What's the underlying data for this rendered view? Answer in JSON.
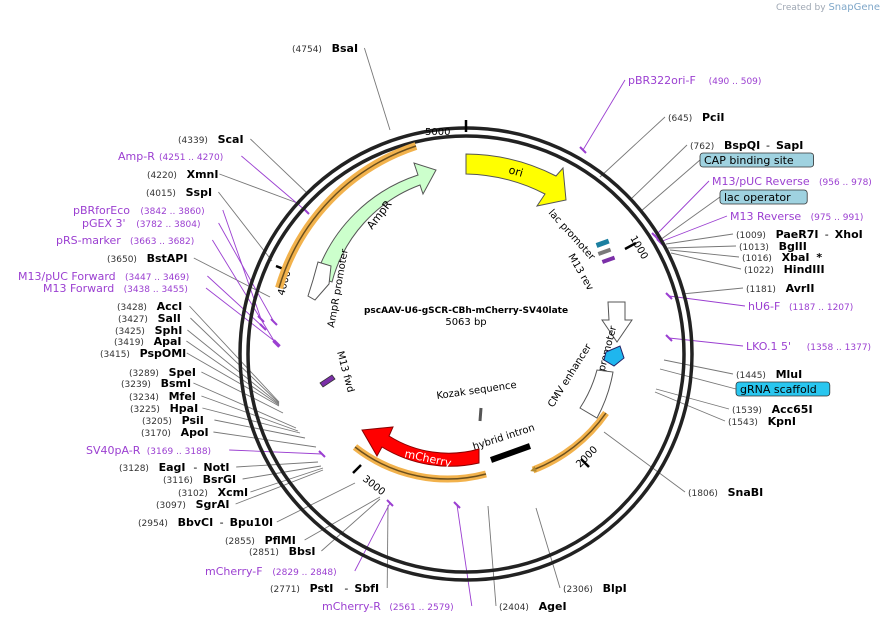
{
  "brand": {
    "created_by": "Created by",
    "name": "SnapGene"
  },
  "map": {
    "title": "pscAAV-U6-gSCR-CBh-mCherry-SV40late",
    "length": "5063 bp",
    "tick_labels": [
      "5000",
      "1000",
      "2000",
      "3000",
      "4000"
    ]
  },
  "colors": {
    "enzyme": "#000000",
    "primer": "#9b3fd1",
    "ori": "#ffff00",
    "ampr": "#ccffcc",
    "mcherry": "#ff0000",
    "u6": "#1fb6ee",
    "highlight": "#f2b24c"
  },
  "features": {
    "ori": "ori",
    "ampr": "AmpR",
    "ampr_promoter": "AmpR promoter",
    "lac_promoter": "lac promoter",
    "m13_rev": "M13 rev",
    "u6_promoter": "U6 promoter",
    "cmv_enhancer": "CMV enhancer",
    "kozak": "Kozak sequence",
    "hybrid_intron": "hybrid intron",
    "mcherry": "mCherry",
    "m13_fwd": "M13 fwd"
  },
  "labels": [
    {
      "name": "BsaI",
      "pos": "(4754)",
      "kind": "enzyme"
    },
    {
      "name": "pBR322ori-F",
      "pos": "(490 .. 509)",
      "kind": "primer"
    },
    {
      "name": "PciI",
      "pos": "(645)",
      "kind": "enzyme"
    },
    {
      "name": "BspQI",
      "name2": "SapI",
      "pos": "(762)",
      "kind": "enzyme"
    },
    {
      "name": "CAP binding site",
      "kind": "boxed"
    },
    {
      "name": "M13/pUC Reverse",
      "pos": "(956 .. 978)",
      "kind": "primer"
    },
    {
      "name": "lac operator",
      "kind": "boxed"
    },
    {
      "name": "M13 Reverse",
      "pos": "(975 .. 991)",
      "kind": "primer"
    },
    {
      "name": "PaeR7I",
      "name2": "XhoI",
      "pos": "(1009)",
      "kind": "enzyme"
    },
    {
      "name": "BglII",
      "pos": "(1013)",
      "kind": "enzyme"
    },
    {
      "name": "XbaI",
      "mark": "*",
      "pos": "(1016)",
      "kind": "enzyme"
    },
    {
      "name": "HindIII",
      "pos": "(1022)",
      "kind": "enzyme"
    },
    {
      "name": "AvrII",
      "pos": "(1181)",
      "kind": "enzyme"
    },
    {
      "name": "hU6-F",
      "pos": "(1187 .. 1207)",
      "kind": "primer"
    },
    {
      "name": "LKO.1 5'",
      "pos": "(1358 .. 1377)",
      "kind": "primer"
    },
    {
      "name": "MluI",
      "pos": "(1445)",
      "kind": "enzyme"
    },
    {
      "name": "gRNA scaffold",
      "kind": "boxed-blue"
    },
    {
      "name": "Acc65I",
      "pos": "(1539)",
      "kind": "enzyme"
    },
    {
      "name": "KpnI",
      "pos": "(1543)",
      "kind": "enzyme"
    },
    {
      "name": "SnaBI",
      "pos": "(1806)",
      "kind": "enzyme"
    },
    {
      "name": "BlpI",
      "pos": "(2306)",
      "kind": "enzyme"
    },
    {
      "name": "AgeI",
      "pos": "(2404)",
      "kind": "enzyme"
    },
    {
      "name": "mCherry-R",
      "pos": "(2561 .. 2579)",
      "kind": "primer"
    },
    {
      "name": "PstI",
      "name2": "SbfI",
      "pos": "(2771)",
      "kind": "enzyme"
    },
    {
      "name": "mCherry-F",
      "pos": "(2829 .. 2848)",
      "kind": "primer"
    },
    {
      "name": "BbsI",
      "pos": "(2851)",
      "kind": "enzyme"
    },
    {
      "name": "PflMI",
      "pos": "(2855)",
      "kind": "enzyme"
    },
    {
      "name": "BbvCI",
      "name2": "Bpu10I",
      "pos": "(2954)",
      "kind": "enzyme"
    },
    {
      "name": "SgrAI",
      "pos": "(3097)",
      "kind": "enzyme"
    },
    {
      "name": "XcmI",
      "pos": "(3102)",
      "kind": "enzyme"
    },
    {
      "name": "BsrGI",
      "pos": "(3116)",
      "kind": "enzyme"
    },
    {
      "name": "EagI",
      "name2": "NotI",
      "pos": "(3128)",
      "kind": "enzyme"
    },
    {
      "name": "SV40pA-R",
      "pos": "(3169 .. 3188)",
      "kind": "primer"
    },
    {
      "name": "ApoI",
      "pos": "(3170)",
      "kind": "enzyme"
    },
    {
      "name": "PsiI",
      "pos": "(3205)",
      "kind": "enzyme"
    },
    {
      "name": "HpaI",
      "pos": "(3225)",
      "kind": "enzyme"
    },
    {
      "name": "MfeI",
      "pos": "(3234)",
      "kind": "enzyme"
    },
    {
      "name": "BsmI",
      "pos": "(3239)",
      "kind": "enzyme"
    },
    {
      "name": "SpeI",
      "pos": "(3289)",
      "kind": "enzyme"
    },
    {
      "name": "PspOMI",
      "pos": "(3415)",
      "kind": "enzyme"
    },
    {
      "name": "ApaI",
      "pos": "(3419)",
      "kind": "enzyme"
    },
    {
      "name": "SphI",
      "pos": "(3425)",
      "kind": "enzyme"
    },
    {
      "name": "SalI",
      "pos": "(3427)",
      "kind": "enzyme"
    },
    {
      "name": "AccI",
      "pos": "(3428)",
      "kind": "enzyme"
    },
    {
      "name": "M13 Forward",
      "pos": "(3438 .. 3455)",
      "kind": "primer"
    },
    {
      "name": "M13/pUC Forward",
      "pos": "(3447 .. 3469)",
      "kind": "primer"
    },
    {
      "name": "BstAPI",
      "pos": "(3650)",
      "kind": "enzyme"
    },
    {
      "name": "pRS-marker",
      "pos": "(3663 .. 3682)",
      "kind": "primer"
    },
    {
      "name": "pGEX 3'",
      "pos": "(3782 .. 3804)",
      "kind": "primer"
    },
    {
      "name": "pBRforEco",
      "pos": "(3842 .. 3860)",
      "kind": "primer"
    },
    {
      "name": "SspI",
      "pos": "(4015)",
      "kind": "enzyme"
    },
    {
      "name": "XmnI",
      "pos": "(4220)",
      "kind": "enzyme"
    },
    {
      "name": "Amp-R",
      "pos": "(4251 .. 4270)",
      "kind": "primer"
    },
    {
      "name": "ScaI",
      "pos": "(4339)",
      "kind": "enzyme"
    }
  ]
}
